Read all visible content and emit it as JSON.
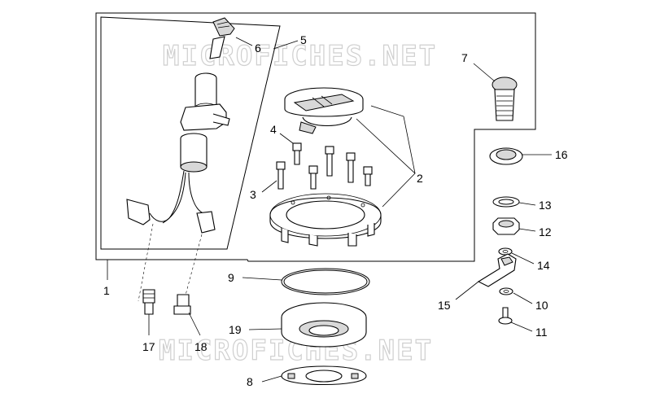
{
  "diagram": {
    "watermark_top": "MICROFICHES.NET",
    "watermark_bottom": "MICROFICHES.NET",
    "callouts": {
      "c1": "1",
      "c2": "2",
      "c3": "3",
      "c4": "4",
      "c5": "5",
      "c6": "6",
      "c7": "7",
      "c8": "8",
      "c9": "9",
      "c10": "10",
      "c11": "11",
      "c12": "12",
      "c13": "13",
      "c14": "14",
      "c15": "15",
      "c16": "16",
      "c17": "17",
      "c18": "18",
      "c19": "19"
    }
  }
}
